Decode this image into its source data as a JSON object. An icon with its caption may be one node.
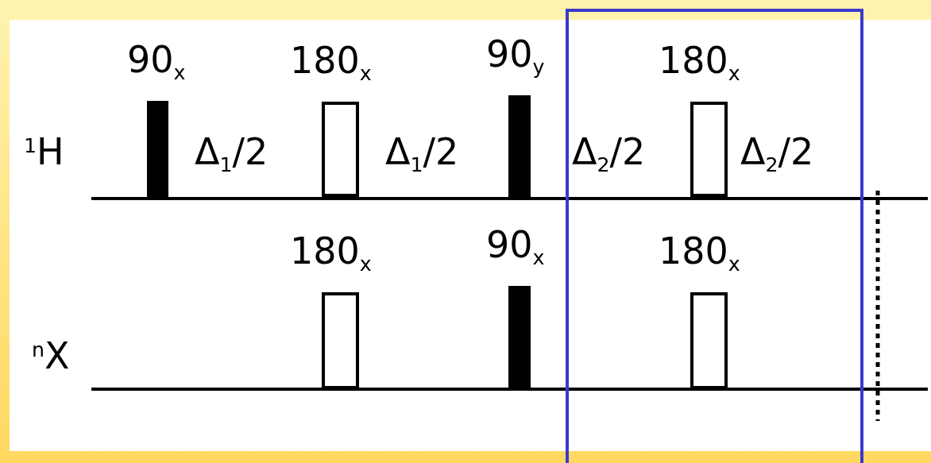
{
  "diagram": {
    "nodes": [
      {
        "text": [
          "90$_{x}$"
        ]
      },
      {
        "text": [
          "180$_{x}$"
        ]
      },
      {
        "text": [
          "90$_{y}$"
        ]
      },
      {
        "text": [
          "180$_{x}$"
        ]
      },
      {
        "text": [
          "180$_{x}$"
        ]
      },
      {
        "text": [
          "90$_{x}$"
        ]
      },
      {
        "text": [
          "180$_{x}$"
        ]
      }
    ],
    "labels": [
      "$^{1}$H",
      "Δ$_{1}$/2",
      "Δ$_{1}$/2",
      "Δ$_{2}$/2",
      "Δ$_{2}$/2",
      "$^{n}$X"
    ]
  }
}
